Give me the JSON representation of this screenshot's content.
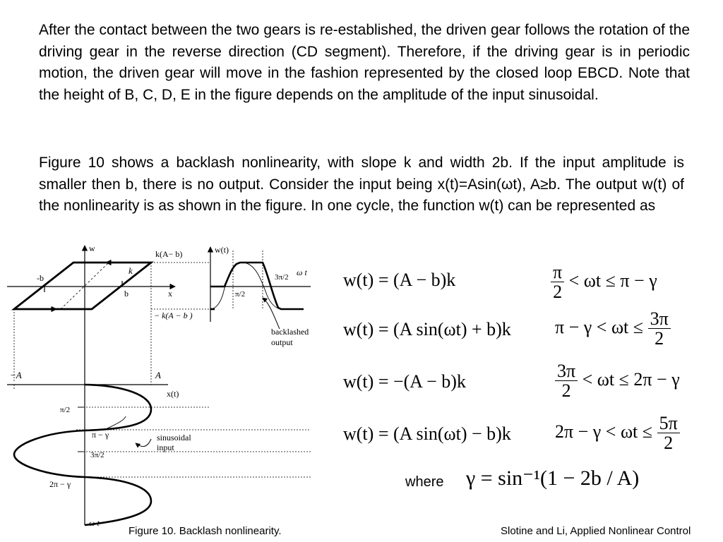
{
  "paragraphs": {
    "p1": "After the contact between the two gears is re-established, the driven gear follows the rotation of the driving gear in the reverse direction (CD segment). Therefore, if the driving gear is in periodic motion, the driven gear will move in the fashion represented by the closed loop EBCD. Note that the height of B, C, D, E in the figure depends on the amplitude of the input sinusoidal.",
    "p2": "Figure 10 shows a backlash nonlinearity, with slope k and width 2b. If the input amplitude is smaller then b, there is no output. Consider the input being x(t)=Asin(ωt), A≥b. The output w(t) of the nonlinearity is as shown in the figure. In one cycle, the function w(t) can be represented as"
  },
  "figure": {
    "w_axis": "w",
    "wt_axis": "w(t)",
    "x_axis": "x",
    "xt_axis": "x(t)",
    "top_level": "k(A− b)",
    "bottom_level": "− k(A − b )",
    "neg_b": "-b",
    "pos_b": "b",
    "slope": "k",
    "half_pi": "π/2",
    "three_half_pi": "3π/2",
    "omega_t": "ω t",
    "neg_A": "−A",
    "pos_A": "A",
    "pi_minus_gamma": "π − γ",
    "two_pi_minus_gamma": "2π − γ",
    "backlashed_1": "backlashed",
    "backlashed_2": "output",
    "sinusoidal_1": "sinusoidal",
    "sinusoidal_2": "input"
  },
  "equations": {
    "eq1": {
      "lhs": "w(t) = (A − b)k",
      "cond_left": "",
      "num": "π",
      "den": "2",
      "cond_right": "< ωt ≤ π − γ"
    },
    "eq2": {
      "lhs": "w(t) = (A sin(ωt) + b)k",
      "cond_left": "π − γ < ωt ≤",
      "num": "3π",
      "den": "2",
      "cond_right": ""
    },
    "eq3": {
      "lhs": "w(t) = −(A − b)k",
      "cond_left": "",
      "num": "3π",
      "den": "2",
      "cond_right": "< ωt ≤ 2π − γ"
    },
    "eq4": {
      "lhs": "w(t) = (A sin(ωt) − b)k",
      "cond_left": "2π − γ < ωt ≤",
      "num": "5π",
      "den": "2",
      "cond_right": ""
    },
    "where_label": "where",
    "gamma_def": "γ = sin⁻¹(1 − 2b / A)"
  },
  "caption": "Figure 10. Backlash nonlinearity.",
  "credit": "Slotine and Li, Applied Nonlinear Control"
}
